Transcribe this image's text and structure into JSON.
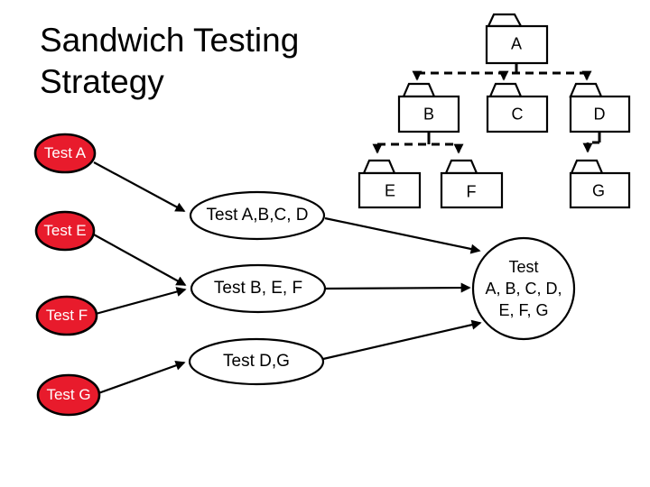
{
  "slide": {
    "title": {
      "line1": "Sandwich Testing",
      "line2": "Strategy"
    }
  },
  "module_tree": {
    "folders": [
      {
        "id": "a",
        "label": "A"
      },
      {
        "id": "b",
        "label": "B"
      },
      {
        "id": "c",
        "label": "C"
      },
      {
        "id": "d",
        "label": "D"
      },
      {
        "id": "e",
        "label": "E"
      },
      {
        "id": "f",
        "label": "F"
      },
      {
        "id": "g",
        "label": "G"
      }
    ]
  },
  "tests": {
    "unit_tests": [
      {
        "label": "Test A"
      },
      {
        "label": "Test E"
      },
      {
        "label": "Test F"
      },
      {
        "label": "Test G"
      }
    ],
    "integration_tests": [
      {
        "label": "Test A,B,C, D"
      },
      {
        "label": "Test B, E, F"
      },
      {
        "label": "Test D,G"
      }
    ],
    "system_test": {
      "line1": "Test",
      "line2": "A, B, C, D,",
      "line3": "E, F, G"
    }
  },
  "colors": {
    "unit_test_fill": "#e81b2c",
    "shape_outline": "#000000",
    "background": "#ffffff",
    "text": "#000000"
  }
}
